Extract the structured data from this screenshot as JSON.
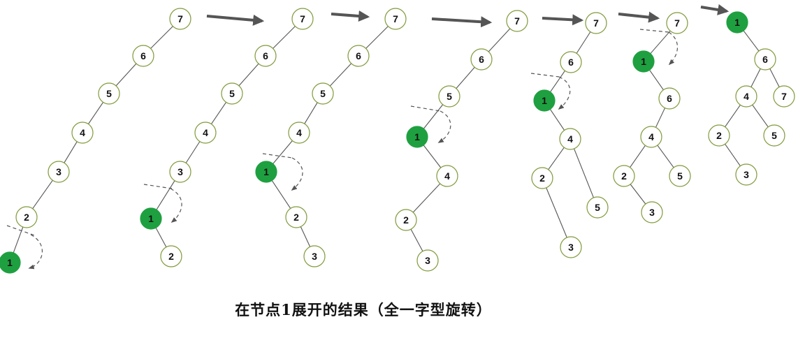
{
  "caption": "在节点1展开的结果（全一字型旋转）",
  "colors": {
    "node_fill": "#ffffff",
    "node_stroke": "#7f9a3a",
    "highlight_fill": "#1fa040",
    "edge": "#555555",
    "arrow": "#555555",
    "dashed": "#555555"
  },
  "trees": [
    {
      "nodes": [
        {
          "label": "7"
        },
        {
          "label": "6"
        },
        {
          "label": "5"
        },
        {
          "label": "4"
        },
        {
          "label": "3"
        },
        {
          "label": "2"
        },
        {
          "label": "1",
          "highlight": true
        }
      ],
      "edges": [
        [
          "7",
          "6"
        ],
        [
          "6",
          "5"
        ],
        [
          "5",
          "4"
        ],
        [
          "4",
          "3"
        ],
        [
          "3",
          "2"
        ],
        [
          "2",
          "1"
        ]
      ]
    },
    {
      "nodes": [
        {
          "label": "7"
        },
        {
          "label": "6"
        },
        {
          "label": "5"
        },
        {
          "label": "4"
        },
        {
          "label": "3"
        },
        {
          "label": "1",
          "highlight": true
        },
        {
          "label": "2"
        }
      ],
      "edges": [
        [
          "7",
          "6"
        ],
        [
          "6",
          "5"
        ],
        [
          "5",
          "4"
        ],
        [
          "4",
          "3"
        ],
        [
          "3",
          "1"
        ],
        [
          "1",
          "2"
        ]
      ]
    },
    {
      "nodes": [
        {
          "label": "7"
        },
        {
          "label": "6"
        },
        {
          "label": "5"
        },
        {
          "label": "4"
        },
        {
          "label": "1",
          "highlight": true
        },
        {
          "label": "2"
        },
        {
          "label": "3"
        }
      ],
      "edges": [
        [
          "7",
          "6"
        ],
        [
          "6",
          "5"
        ],
        [
          "5",
          "4"
        ],
        [
          "4",
          "1"
        ],
        [
          "1",
          "2"
        ],
        [
          "2",
          "3"
        ]
      ]
    },
    {
      "nodes": [
        {
          "label": "7"
        },
        {
          "label": "6"
        },
        {
          "label": "5"
        },
        {
          "label": "1",
          "highlight": true
        },
        {
          "label": "4"
        },
        {
          "label": "2"
        },
        {
          "label": "3"
        }
      ],
      "edges": [
        [
          "7",
          "6"
        ],
        [
          "6",
          "5"
        ],
        [
          "5",
          "1"
        ],
        [
          "1",
          "4"
        ],
        [
          "4",
          "2"
        ],
        [
          "2",
          "3"
        ]
      ]
    },
    {
      "nodes": [
        {
          "label": "7"
        },
        {
          "label": "6"
        },
        {
          "label": "1",
          "highlight": true
        },
        {
          "label": "4"
        },
        {
          "label": "2"
        },
        {
          "label": "5"
        },
        {
          "label": "3"
        }
      ],
      "edges": [
        [
          "7",
          "6"
        ],
        [
          "6",
          "1"
        ],
        [
          "1",
          "4"
        ],
        [
          "4",
          "2"
        ],
        [
          "4",
          "5"
        ],
        [
          "2",
          "3"
        ]
      ]
    },
    {
      "nodes": [
        {
          "label": "7"
        },
        {
          "label": "1",
          "highlight": true
        },
        {
          "label": "6"
        },
        {
          "label": "4"
        },
        {
          "label": "2"
        },
        {
          "label": "5"
        },
        {
          "label": "3"
        }
      ],
      "edges": [
        [
          "7",
          "1"
        ],
        [
          "1",
          "6"
        ],
        [
          "6",
          "4"
        ],
        [
          "4",
          "2"
        ],
        [
          "4",
          "5"
        ],
        [
          "2",
          "3"
        ]
      ]
    },
    {
      "nodes": [
        {
          "label": "1",
          "highlight": true
        },
        {
          "label": "6"
        },
        {
          "label": "4"
        },
        {
          "label": "7"
        },
        {
          "label": "2"
        },
        {
          "label": "5"
        },
        {
          "label": "3"
        }
      ],
      "edges": [
        [
          "1",
          "6"
        ],
        [
          "6",
          "4"
        ],
        [
          "6",
          "7"
        ],
        [
          "4",
          "2"
        ],
        [
          "4",
          "5"
        ],
        [
          "2",
          "3"
        ]
      ]
    }
  ]
}
